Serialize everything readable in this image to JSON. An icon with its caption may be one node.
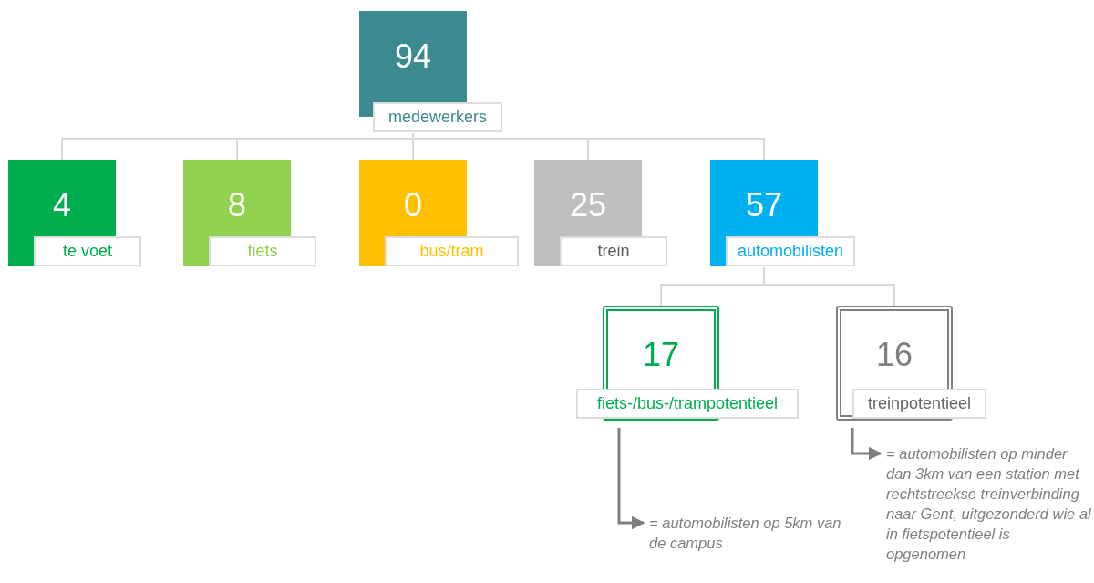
{
  "diagram": {
    "nodes": [
      {
        "text": [
          "94",
          "medewerkers"
        ]
      },
      {
        "text": [
          "4",
          "te voet"
        ]
      },
      {
        "text": [
          "8",
          "fiets"
        ]
      },
      {
        "text": [
          "0",
          "bus/tram"
        ]
      },
      {
        "text": [
          "25",
          "trein"
        ]
      },
      {
        "text": [
          "57",
          "automobilisten"
        ]
      },
      {
        "text": [
          "17",
          "fiets-/bus-/trampotentieel"
        ]
      },
      {
        "text": [
          "16",
          "treinpotentieel"
        ]
      },
      {
        "text": [
          "= automobilisten op 5km van de campus"
        ]
      },
      {
        "text": [
          "= automobilisten op minder dan 3km van een station met rechtstreekse treinverbinding naar Gent, uitgezonderd wie al in fietspotentieel is opgenomen"
        ]
      }
    ],
    "edges": [
      {
        "from": 0,
        "to": 1,
        "arrow": "none"
      },
      {
        "from": 0,
        "to": 2,
        "arrow": "none"
      },
      {
        "from": 0,
        "to": 3,
        "arrow": "none"
      },
      {
        "from": 0,
        "to": 4,
        "arrow": "none"
      },
      {
        "from": 0,
        "to": 5,
        "arrow": "none"
      },
      {
        "from": 5,
        "to": 6,
        "arrow": "none"
      },
      {
        "from": 5,
        "to": 7,
        "arrow": "none"
      },
      {
        "from": 6,
        "to": 8,
        "arrow": "to",
        "color": "#7f7f7f"
      },
      {
        "from": 7,
        "to": 9,
        "arrow": "to",
        "color": "#7f7f7f"
      }
    ]
  }
}
